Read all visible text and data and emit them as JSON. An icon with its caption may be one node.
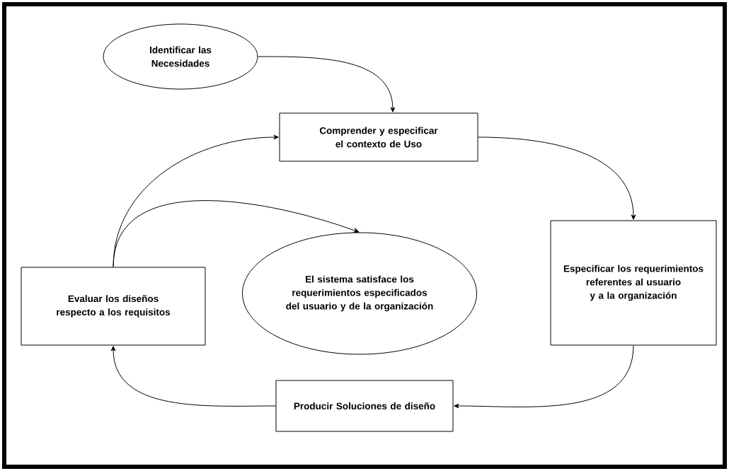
{
  "diagram": {
    "nodes": [
      {
        "text": [
          "Identificar las Necesidades"
        ]
      },
      {
        "text": [
          "Comprender y especificar el contexto de Uso"
        ]
      },
      {
        "text": [
          "Especificar los requerimientos referentes al usuario y a la organización"
        ]
      },
      {
        "text": [
          "Producir Soluciones de diseño"
        ]
      },
      {
        "text": [
          "Evaluar los diseños respecto a los requisitos"
        ]
      },
      {
        "text": [
          "El sistema satisface los requerimientos especificados del usuario y de la organización"
        ]
      }
    ],
    "edges": [
      {
        "from": 0,
        "to": 1,
        "arrow": "to"
      },
      {
        "from": 1,
        "to": 2,
        "arrow": "to"
      },
      {
        "from": 2,
        "to": 3,
        "arrow": "to"
      },
      {
        "from": 3,
        "to": 4,
        "arrow": "to"
      },
      {
        "from": 4,
        "to": 1,
        "arrow": "to"
      },
      {
        "from": 4,
        "to": 5,
        "arrow": "to"
      }
    ]
  }
}
